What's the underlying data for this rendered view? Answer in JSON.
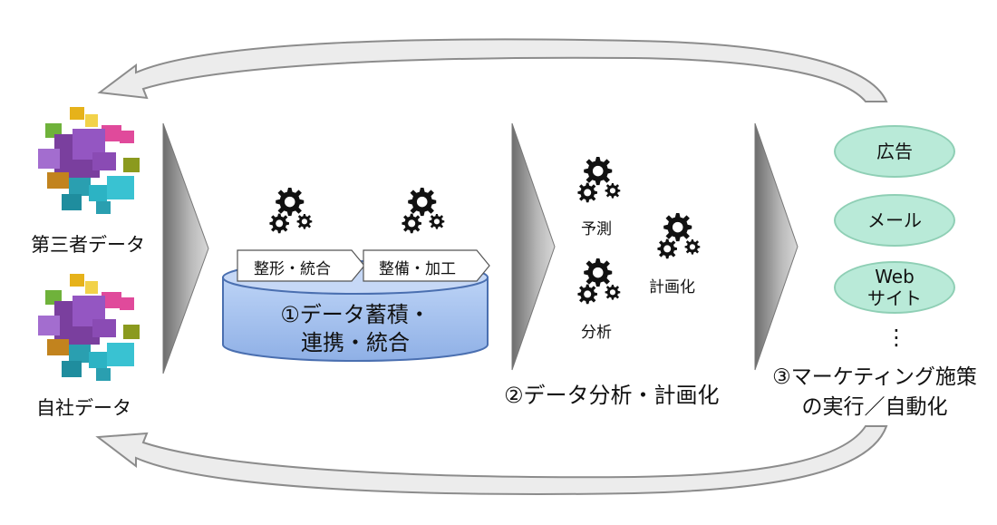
{
  "sources": {
    "third_party": "第三者データ",
    "own": "自社データ"
  },
  "step1": {
    "process_a": "整形・統合",
    "process_b": "整備・加工",
    "title_line1": "①データ蓄積・",
    "title_line2": "連携・統合"
  },
  "step2": {
    "forecast": "予測",
    "analysis": "分析",
    "planning": "計画化",
    "title": "②データ分析・計画化"
  },
  "step3": {
    "channels": [
      "広告",
      "メール",
      "Web",
      "サイト"
    ],
    "more": "⋮",
    "title_line1": "③マーケティング施策",
    "title_line2": "の実行／自動化"
  },
  "icons": [
    "data-cubes-icon",
    "gears-icon"
  ],
  "colors": {
    "db_fill": "#a9c4ef",
    "db_stroke": "#4a6fb0",
    "channel_fill": "#b9ead8",
    "arrow_fill": "#a6a6a6"
  }
}
